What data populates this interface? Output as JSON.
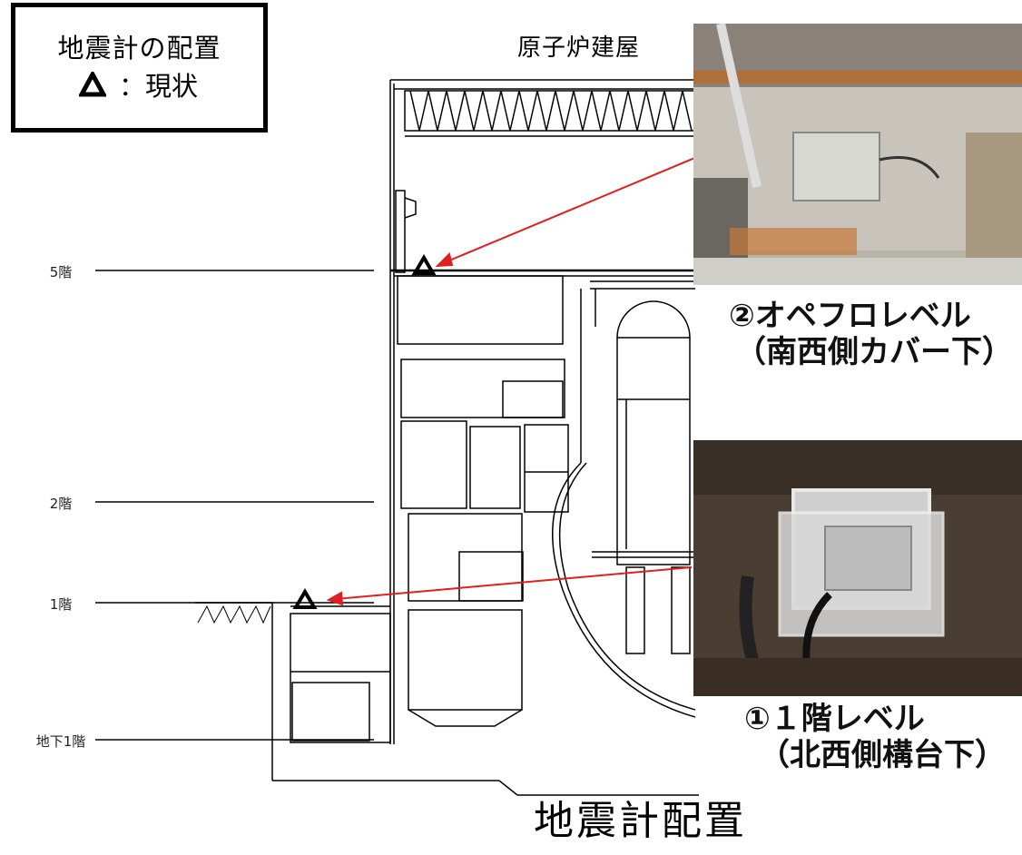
{
  "legend": {
    "title": "地震計の配置",
    "entry_symbol": "△",
    "entry_label": "：現状"
  },
  "building_label": "原子炉建屋",
  "floors": {
    "f5": "5階",
    "f2": "2階",
    "f1": "1階",
    "b1": "地下1階"
  },
  "photo_top": {
    "caption_line1": "②オペフロレベル",
    "caption_line2": "（南西側カバー下）"
  },
  "photo_bottom": {
    "caption_line1": "①１階レベル",
    "caption_line2": "（北西側構台下）"
  },
  "title": "地震計配置",
  "colors": {
    "arrow": "#e02020",
    "line": "#000000"
  },
  "icons": [
    "triangle-marker-icon"
  ]
}
